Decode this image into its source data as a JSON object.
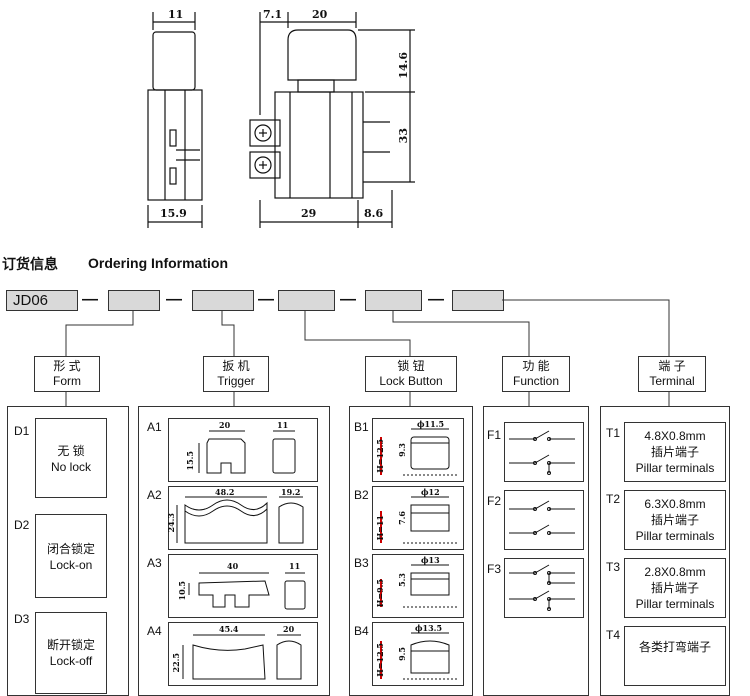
{
  "top_dimensions": {
    "side_width": "11",
    "side_base": "15.9",
    "offset": "7.1",
    "trigger_width": "20",
    "height_trigger": "14.6",
    "height_body": "33",
    "body_width": "29",
    "terminal_len": "8.6"
  },
  "heading": {
    "cn": "订货信息",
    "en": "Ordering Information"
  },
  "code": {
    "prefix": "JD06",
    "sep": "—"
  },
  "categories": [
    {
      "cn": "形 式",
      "en": "Form"
    },
    {
      "cn": "扳 机",
      "en": "Trigger"
    },
    {
      "cn": "锁 钮",
      "en": "Lock Button"
    },
    {
      "cn": "功 能",
      "en": "Function"
    },
    {
      "cn": "端 子",
      "en": "Terminal"
    }
  ],
  "form": [
    {
      "code": "D1",
      "cn": "无  锁",
      "en": "No lock"
    },
    {
      "code": "D2",
      "cn": "闭合锁定",
      "en": "Lock-on"
    },
    {
      "code": "D3",
      "cn": "断开锁定",
      "en": "Lock-off"
    }
  ],
  "trigger": [
    {
      "code": "A1",
      "w": "20",
      "w2": "11",
      "h": "15.5"
    },
    {
      "code": "A2",
      "w": "48.2",
      "w2": "19.2",
      "h": "24.3"
    },
    {
      "code": "A3",
      "w": "40",
      "w2": "11",
      "h": "10.5"
    },
    {
      "code": "A4",
      "w": "45.4",
      "w2": "20",
      "h": "22.5"
    }
  ],
  "lock": [
    {
      "code": "B1",
      "d": "ϕ11.5",
      "h1": "H=12.5",
      "h2": "9.3"
    },
    {
      "code": "B2",
      "d": "ϕ12",
      "h1": "H=11",
      "h2": "7.6"
    },
    {
      "code": "B3",
      "d": "ϕ13",
      "h1": "H=9.5",
      "h2": "5.3"
    },
    {
      "code": "B4",
      "d": "ϕ13.5",
      "h1": "H=12.5",
      "h2": "9.5"
    }
  ],
  "function": [
    {
      "code": "F1"
    },
    {
      "code": "F2"
    },
    {
      "code": "F3"
    }
  ],
  "terminal": [
    {
      "code": "T1",
      "size": "4.8X0.8mm",
      "cn": "插片端子",
      "en": "Pillar terminals"
    },
    {
      "code": "T2",
      "size": "6.3X0.8mm",
      "cn": "插片端子",
      "en": "Pillar terminals"
    },
    {
      "code": "T3",
      "size": "2.8X0.8mm",
      "cn": "插片端子",
      "en": "Pillar terminals"
    },
    {
      "code": "T4",
      "cn": "各类打弯端子"
    }
  ]
}
